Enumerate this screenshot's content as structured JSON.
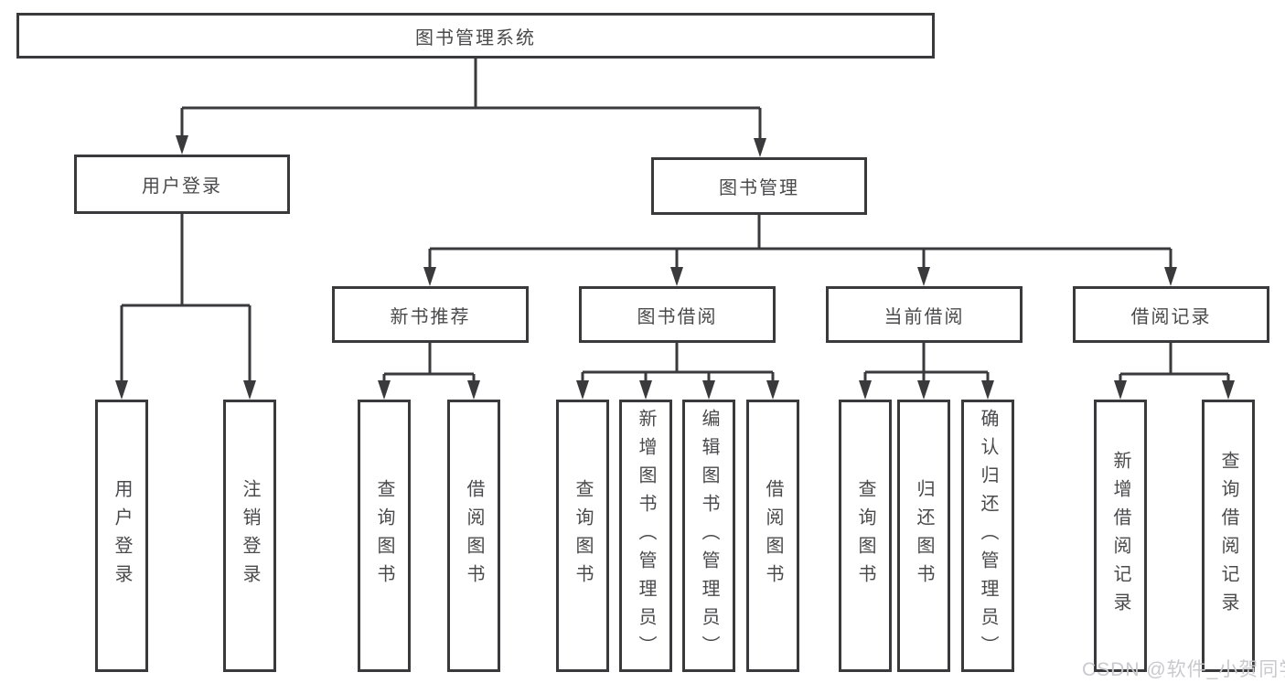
{
  "tree": {
    "root": "图书管理系统",
    "children": [
      {
        "label": "用户登录",
        "children": [
          "用户登录",
          "注销登录"
        ]
      },
      {
        "label": "图书管理",
        "children": [
          {
            "label": "新书推荐",
            "children": [
              "查询图书",
              "借阅图书"
            ]
          },
          {
            "label": "图书借阅",
            "children": [
              "查询图书",
              "新增图书（管理员）",
              "编辑图书（管理员）",
              "借阅图书"
            ]
          },
          {
            "label": "当前借阅",
            "children": [
              "查询图书",
              "归还图书",
              "确认归还（管理员）"
            ]
          },
          {
            "label": "借阅记录",
            "children": [
              "新增借阅记录",
              "查询借阅记录"
            ]
          }
        ]
      }
    ]
  },
  "watermark": {
    "text": "CSDN @软件_小贺同学"
  },
  "colors": {
    "line": "#3a3a3c",
    "text": "#4a4a4c",
    "background": "#ffffff",
    "watermark": "#c9c9ce"
  }
}
